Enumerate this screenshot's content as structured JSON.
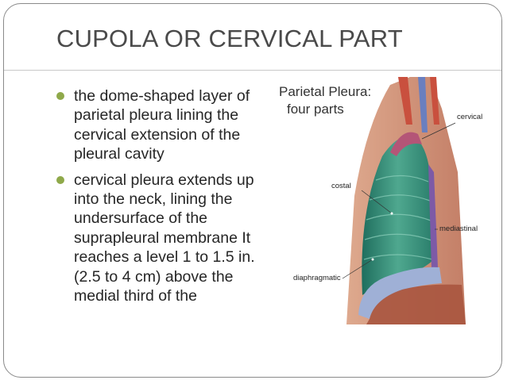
{
  "slide": {
    "title": "CUPOLA OR CERVICAL PART",
    "bullets": [
      {
        "text": "the dome-shaped layer of parietal pleura lining the cervical extension of the pleural cavity"
      },
      {
        "text": "cervical pleura extends up into the neck, lining the undersurface of the suprapleural membrane It reaches a level 1 to 1.5 in. (2.5 to 4 cm) above the medial third of the"
      }
    ],
    "figure": {
      "title_line1": "Parietal Pleura:",
      "title_line2": "four parts",
      "labels": {
        "cervical": "cervical",
        "costal": "costal",
        "mediastinal": "mediastinal",
        "diaphragmatic": "diaphragmatic"
      }
    },
    "colors": {
      "title": "#4a4a4a",
      "bullet": "#8fa94a",
      "border": "#8a8a8a",
      "costal_pleura": "#2f8f7a",
      "diaphragm": "#9fb0d6",
      "mediastinal": "#7d5aa6"
    }
  }
}
